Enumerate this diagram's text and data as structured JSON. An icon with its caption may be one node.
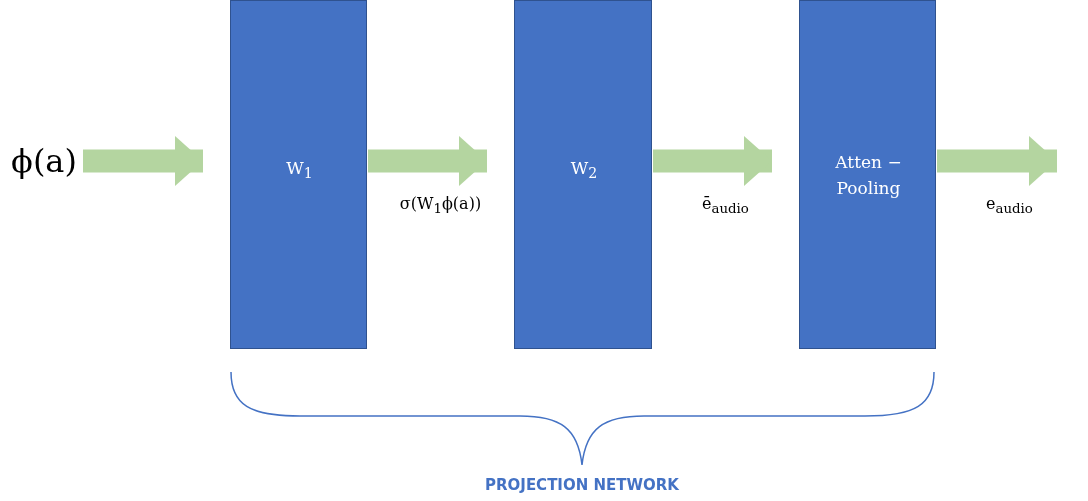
{
  "diagram": {
    "nodes": [
      {
        "text": [
          "ϕ(a)"
        ]
      },
      {
        "text": [
          "W$_{1}$"
        ]
      },
      {
        "text": [
          "W$_{2}$"
        ]
      },
      {
        "text": [
          "Atten − Pooling"
        ]
      }
    ],
    "edges": [
      {
        "from": 0,
        "to": 1,
        "arrow": "to"
      },
      {
        "from": 1,
        "to": 2,
        "arrow": "to",
        "label": "σ(W$_{1}$ϕ(a))"
      },
      {
        "from": 2,
        "to": 3,
        "arrow": "to",
        "label": "ē$_{audio}$"
      },
      {
        "from": 3,
        "to": null,
        "arrow": "to",
        "label": "e$_{audio}$"
      }
    ],
    "labels": [
      "PROJECTION NETWORK"
    ]
  }
}
